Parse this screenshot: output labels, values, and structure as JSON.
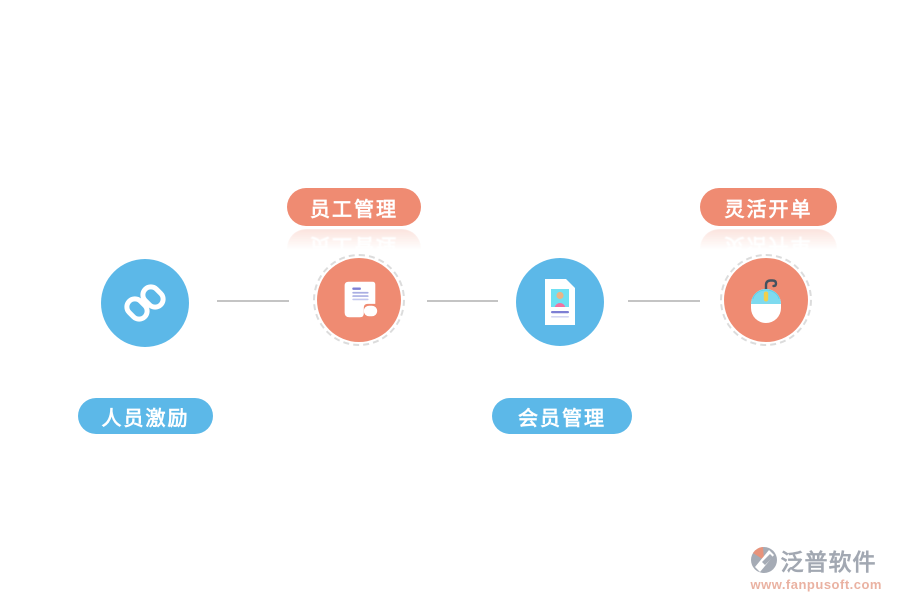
{
  "badges": [
    {
      "label": "员工管理",
      "color": "#ef8b72",
      "position": "top-left"
    },
    {
      "label": "灵活开单",
      "color": "#ef8b72",
      "position": "top-right"
    },
    {
      "label": "人员激励",
      "color": "#5cb8e8",
      "position": "bottom-left"
    },
    {
      "label": "会员管理",
      "color": "#5cb8e8",
      "position": "bottom-middle"
    }
  ],
  "nodes": [
    {
      "icon": "chain-link-icon",
      "color": "#5cb8e8",
      "style": "solid"
    },
    {
      "icon": "scroll-icon",
      "color": "#ef8b72",
      "style": "dashed-ring"
    },
    {
      "icon": "id-card-icon",
      "color": "#5cb8e8",
      "style": "solid"
    },
    {
      "icon": "mouse-icon",
      "color": "#ef8b72",
      "style": "dashed-ring"
    }
  ],
  "colors": {
    "blue": "#5cb8e8",
    "salmon": "#ef8b72",
    "connector": "#c4c4c4",
    "watermark_gray": "#a2a8b2",
    "watermark_salmon": "#eab2a2"
  },
  "watermark": {
    "brand": "泛普软件",
    "url": "www.fanpusoft.com"
  }
}
